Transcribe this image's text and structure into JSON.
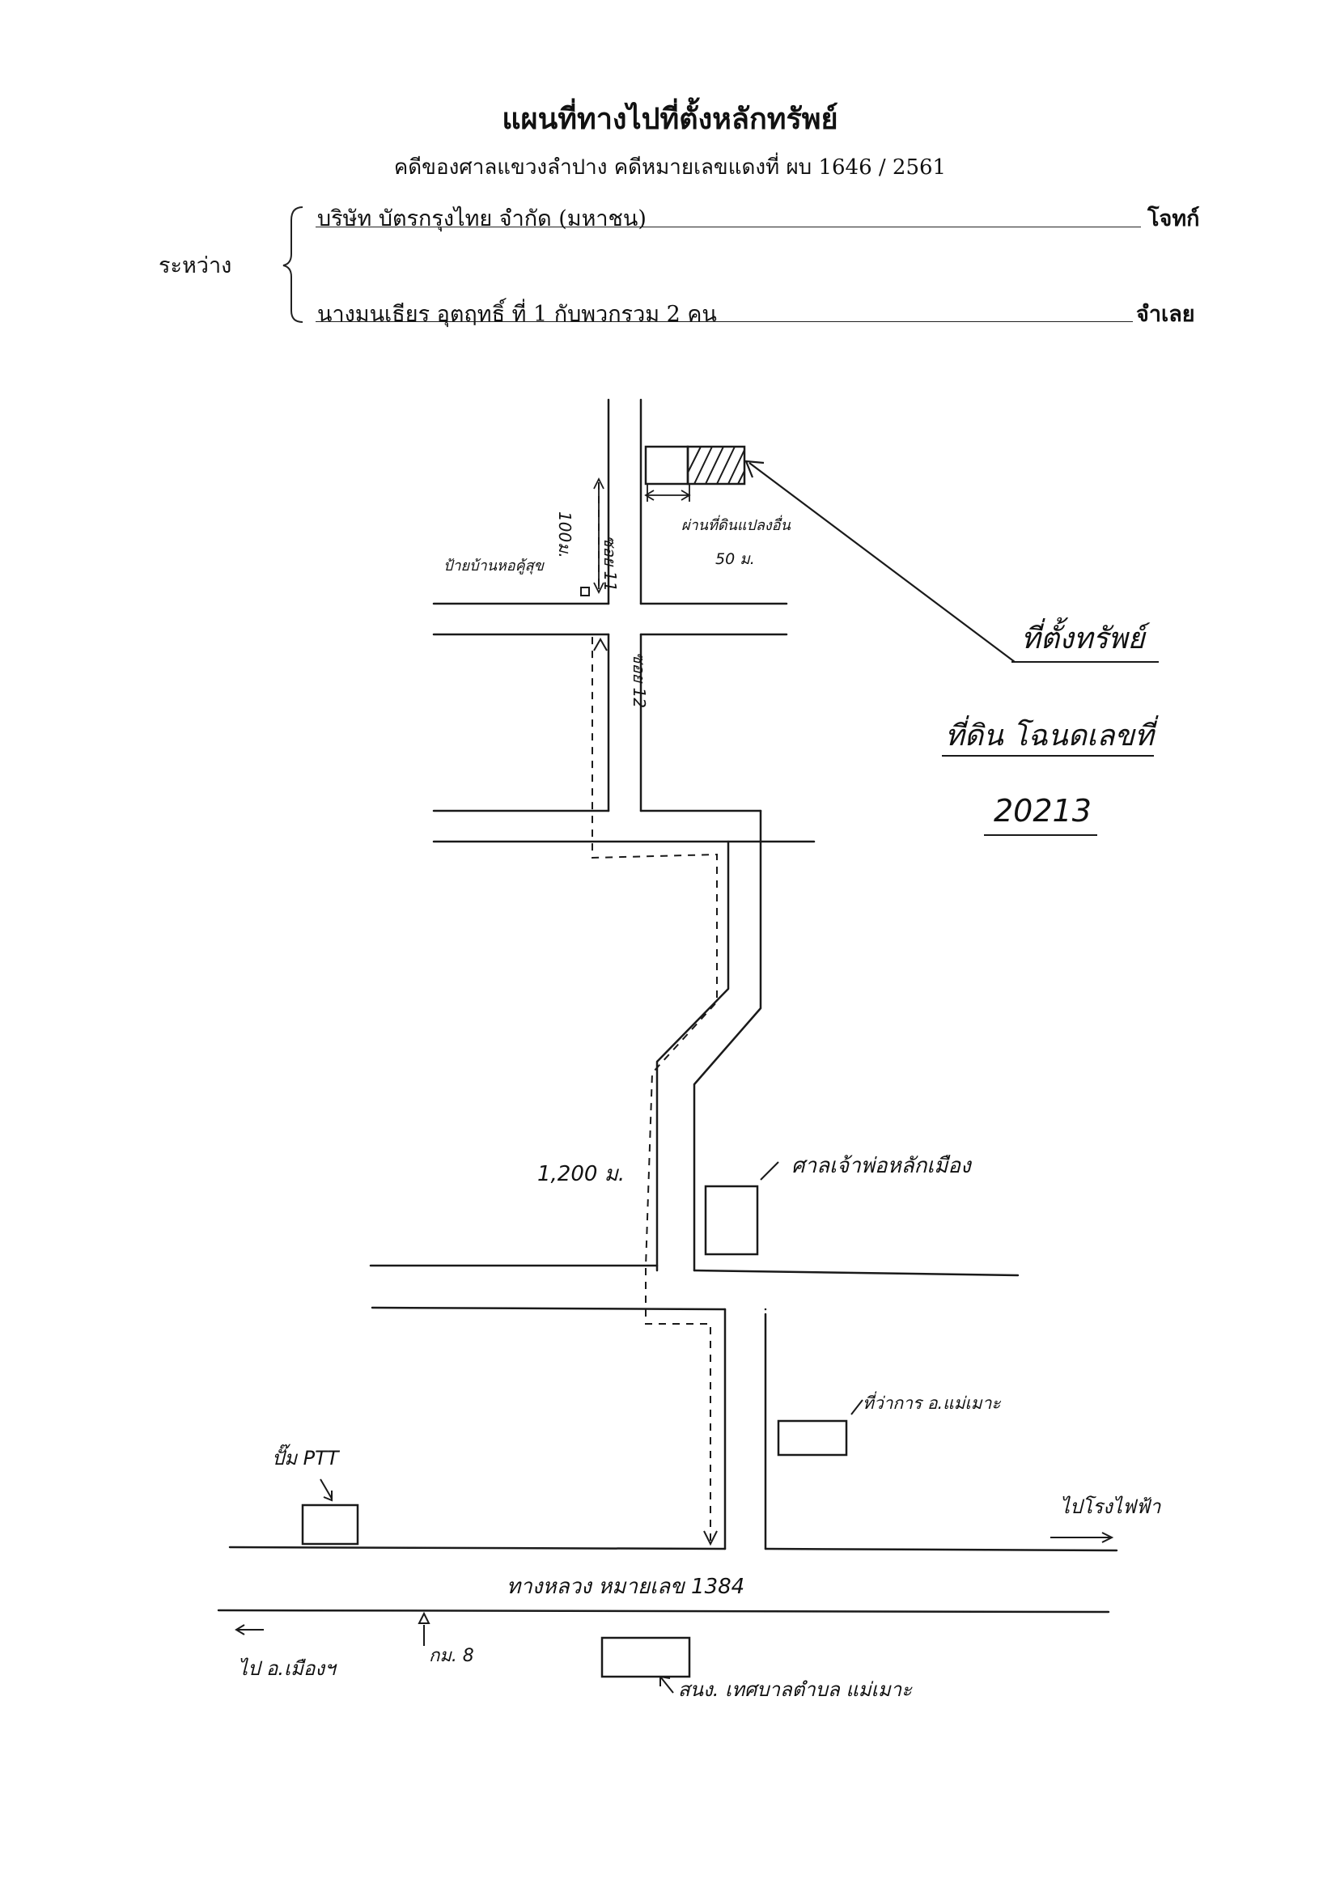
{
  "header": {
    "title": "แผนที่ทางไปที่ตั้งหลักทรัพย์",
    "subtitle": "คดีของศาลแขวงลำปาง  คดีหมายเลขแดงที่  ผบ 1646 / 2561"
  },
  "parties": {
    "between_label": "ระหว่าง",
    "plaintiff_name": "บริษัท บัตรกรุงไทย จำกัด (มหาชน)",
    "plaintiff_role": "โจทก์",
    "defendant_name": "นางมนเธียร  อุตฤทธิ์  ที่ 1  กับพวกรวม 2 คน",
    "defendant_role": "จำเลย"
  },
  "map_labels": {
    "soi_11": "ซอย 11",
    "soi_12": "ซอย 12",
    "distance_100": "100ม.",
    "sign_label": "ป้ายบ้านหอคู้สุข",
    "land_note": "ผ่านที่ดินแปลงอื่น",
    "distance_50": "50 ม.",
    "property_location": "ที่ตั้งทรัพย์",
    "deed_label": "ที่ดิน โฉนดเลขที่",
    "deed_number": "20213",
    "distance_1200": "1,200 ม.",
    "shrine": "ศาลเจ้าพ่อหลักเมือง",
    "district_office": "ที่ว่าการ อ.แม่เมาะ",
    "ptt_station": "ปั๊ม PTT",
    "to_power_plant": "ไปโรงไฟฟ้า",
    "highway": "ทางหลวง หมายเลข   1384",
    "to_mueang": "ไป อ.เมืองฯ",
    "km_marker": "กม. 8",
    "municipality_office": "สนง. เทศบาลตำบล แม่เมาะ"
  }
}
